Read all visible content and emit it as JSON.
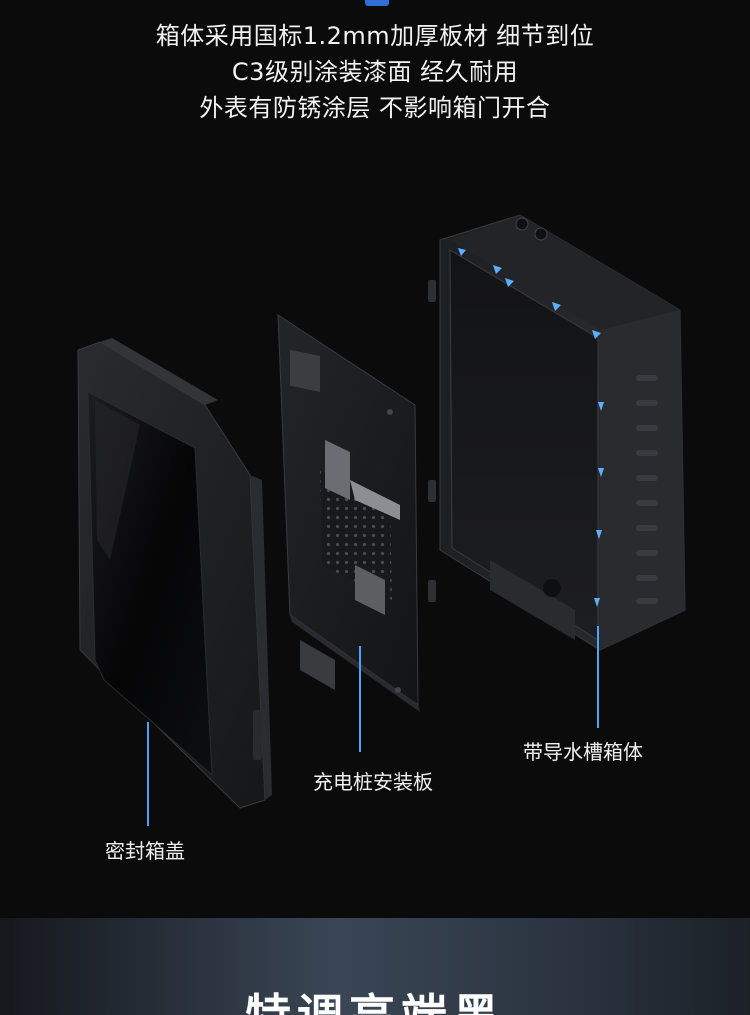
{
  "headline": {
    "line1": "箱体采用国标1.2mm加厚板材 细节到位",
    "line2": "C3级别涂装漆面 经久耐用",
    "line3": "外表有防锈涂层 不影响箱门开合"
  },
  "labels": {
    "lid": "密封箱盖",
    "plate": "充电桩安装板",
    "box": "带导水槽箱体"
  },
  "next_section": {
    "title": "特调高端黑"
  },
  "colors": {
    "background": "#0b0b0c",
    "accent_line": "#4aa3ff",
    "arrow": "#5ab0ff",
    "top_tab": "#2f6fd6"
  }
}
